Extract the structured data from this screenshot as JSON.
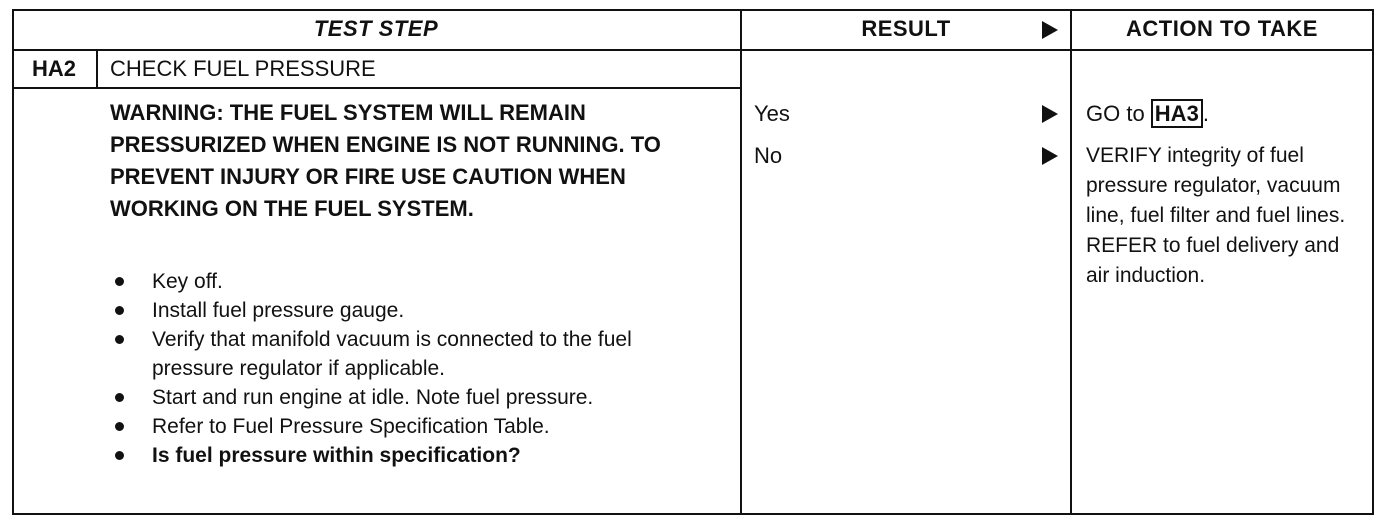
{
  "header": {
    "test_step": "TEST STEP",
    "result": "RESULT",
    "action": "ACTION TO TAKE"
  },
  "step": {
    "id": "HA2",
    "title": "CHECK FUEL PRESSURE",
    "warning": "WARNING: THE FUEL SYSTEM WILL REMAIN PRESSURIZED WHEN ENGINE IS NOT RUNNING. TO PREVENT INJURY OR FIRE USE CAUTION WHEN WORKING ON THE FUEL SYSTEM.",
    "bullets": [
      "Key off.",
      "Install fuel pressure gauge.",
      "Verify that manifold vacuum is connected to the fuel pressure regulator if applicable.",
      "Start and run engine at idle. Note fuel pressure.",
      "Refer to Fuel Pressure Specification Table.",
      "Is fuel pressure within specification?"
    ]
  },
  "results": [
    {
      "label": "Yes",
      "action_prefix": "GO to ",
      "action_ref": "HA3",
      "action_suffix": "."
    },
    {
      "label": "No",
      "action": "VERIFY integrity of fuel pressure regulator, vacuum line, fuel filter and fuel lines. REFER to fuel delivery and air induction."
    }
  ]
}
